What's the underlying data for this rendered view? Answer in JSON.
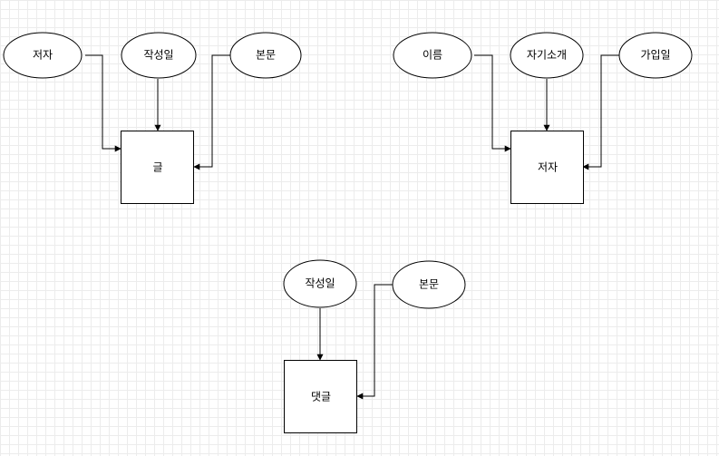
{
  "diagram": {
    "group_post": {
      "entity": "글",
      "attributes": [
        "저자",
        "작성일",
        "본문"
      ]
    },
    "group_author": {
      "entity": "저자",
      "attributes": [
        "이름",
        "자기소개",
        "가입일"
      ]
    },
    "group_comment": {
      "entity": "댓글",
      "attributes": [
        "작성일",
        "본문"
      ]
    }
  }
}
